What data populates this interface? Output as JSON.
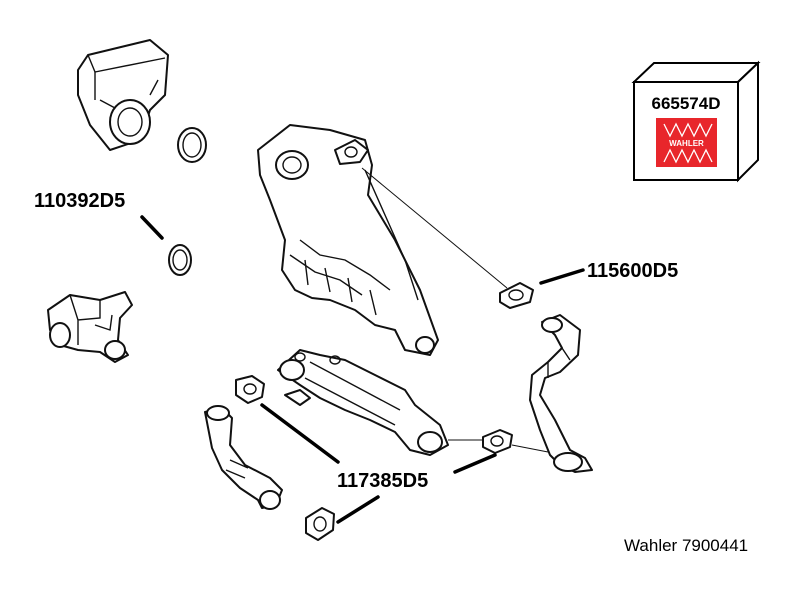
{
  "labels": {
    "part_110392": "110392D5",
    "part_115600": "115600D5",
    "part_117385": "117385D5",
    "product_code": "665574D",
    "footer": "Wahler 7900441"
  },
  "brand": {
    "logo_text": "WAHLER",
    "logo_color": "#e8262b"
  }
}
